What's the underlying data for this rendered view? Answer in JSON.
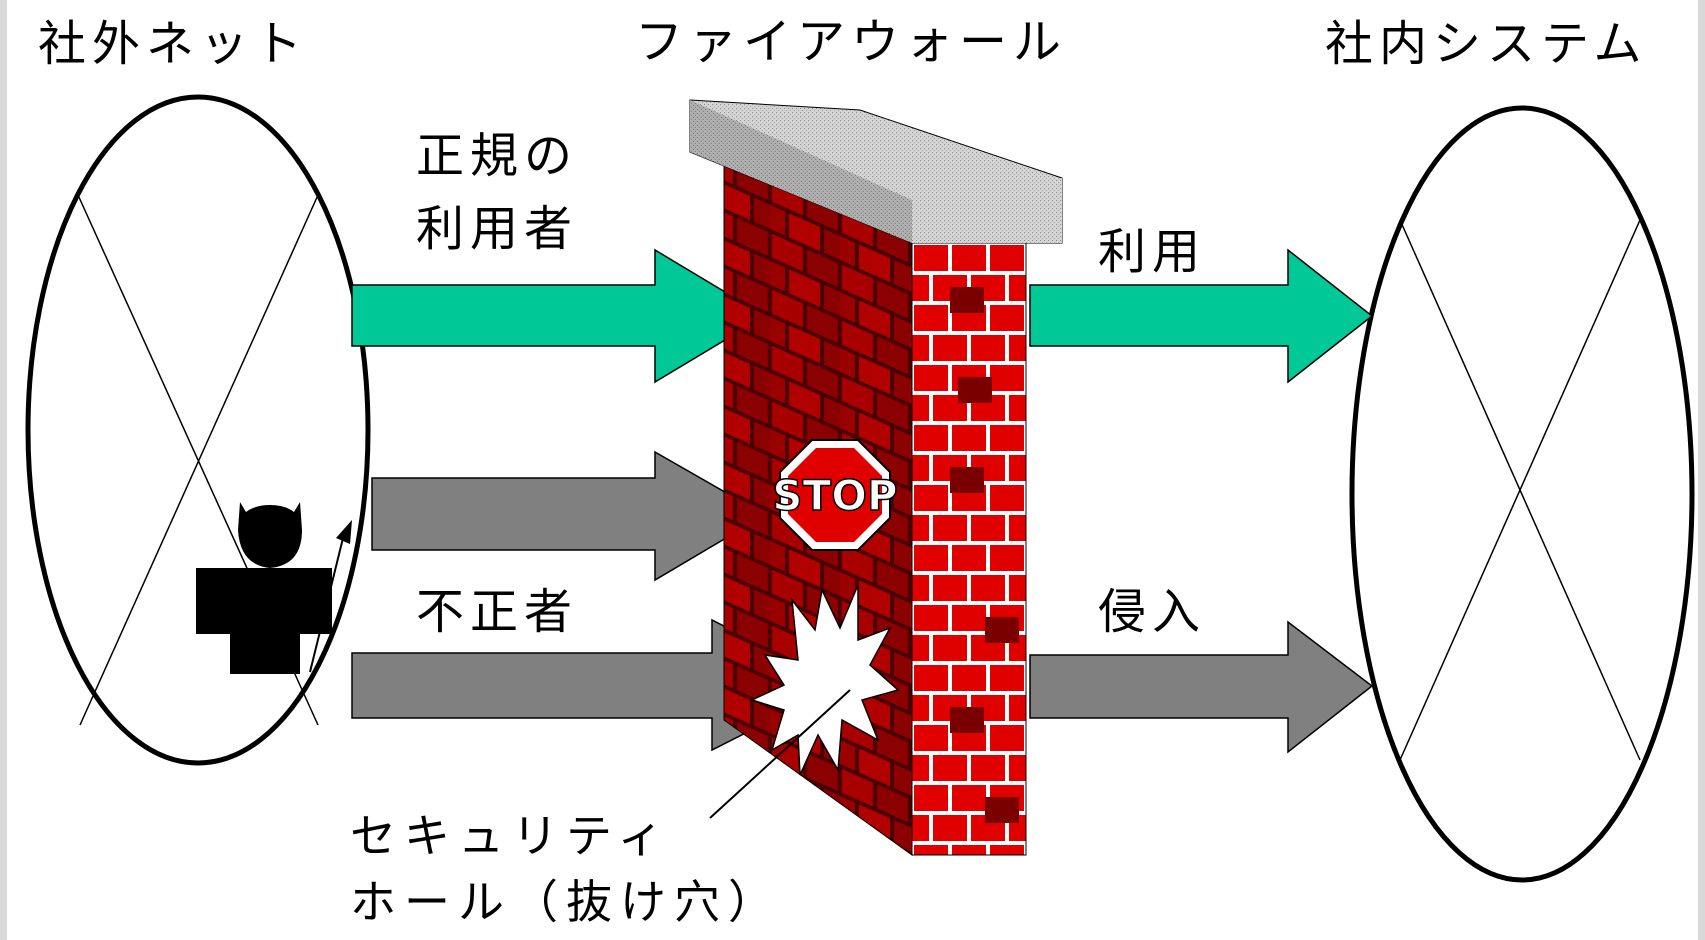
{
  "labels": {
    "external_net": "社外ネット",
    "firewall": "ファイアウォール",
    "internal_system": "社内システム",
    "legit_user_line1": "正規の",
    "legit_user_line2": "利用者",
    "use": "利用",
    "intruder": "不正者",
    "intrusion": "侵入",
    "hole_line1": "セキュリティ",
    "hole_line2": "ホール（抜け穴）",
    "stop_sign": "STOP"
  },
  "colors": {
    "legit_arrow": "#00c896",
    "attack_arrow": "#808080",
    "brick_face": "#e00000",
    "brick_shadow": "#8b0000",
    "mortar": "#ffffff",
    "wall_cap": "#c8c8c8",
    "stop_red": "#e00000"
  },
  "icons": {
    "intruder": "devil-figure-icon",
    "stop": "stop-sign-icon",
    "breach": "explosion-burst-icon"
  }
}
